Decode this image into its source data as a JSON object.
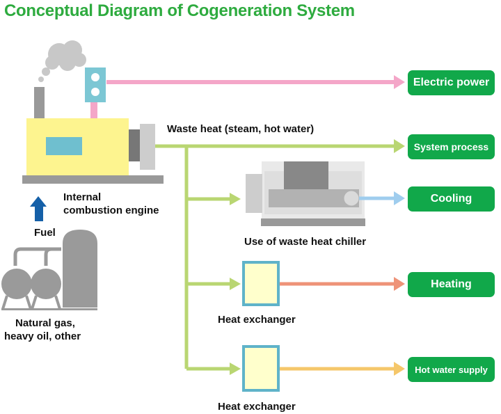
{
  "title": "Conceptual Diagram of Cogeneration System",
  "labels": {
    "waste_heat": "Waste heat (steam, hot water)",
    "engine_line1": "Internal",
    "engine_line2": "combustion engine",
    "fuel": "Fuel",
    "fuel_source_line1": "Natural gas,",
    "fuel_source_line2": "heavy oil, other",
    "chiller": "Use of waste heat chiller",
    "heat_exchanger_1": "Heat exchanger",
    "heat_exchanger_2": "Heat exchanger"
  },
  "outputs": {
    "electric_power": "Electric power",
    "system_process": "System process",
    "cooling": "Cooling",
    "heating": "Heating",
    "hot_water_supply": "Hot water supply"
  },
  "colors": {
    "title": "#2eab3f",
    "output_box": "#11a84a",
    "electric_line": "#f4a6c8",
    "waste_heat_line": "#b9d672",
    "cooling_line": "#9fcdee",
    "heating_line": "#ee9378",
    "hot_water_line": "#f5c76a",
    "fuel_arrow": "#1560a8",
    "engine_body": "#fdf48f",
    "machine_gray": "#9a9a9a"
  }
}
